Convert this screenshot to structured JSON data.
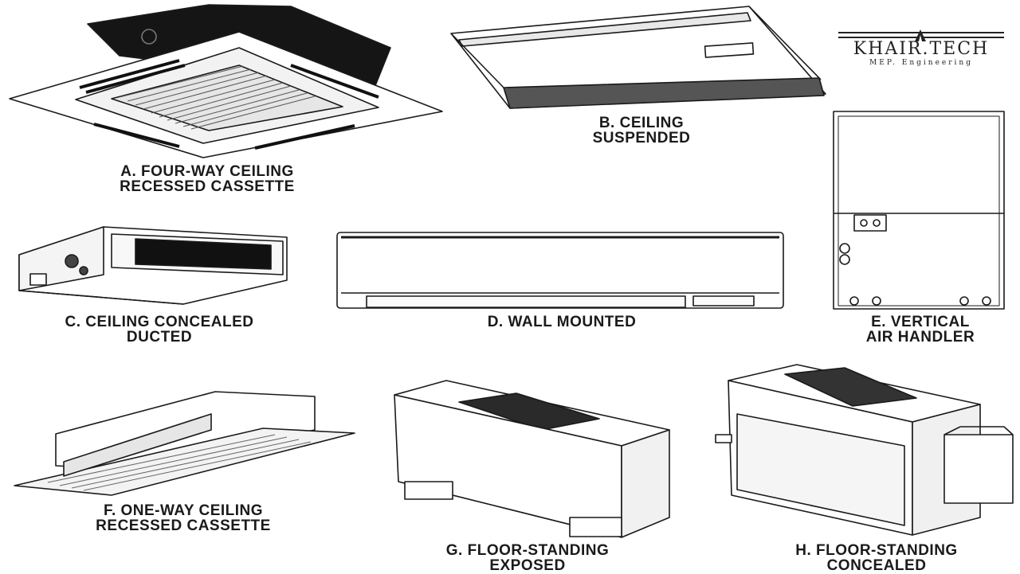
{
  "brand": {
    "name": "KHAIR.TECH",
    "tagline": "MEP. Engineering"
  },
  "units": [
    {
      "id": "A",
      "line1": "A. FOUR-WAY CEILING",
      "line2": "RECESSED CASSETTE"
    },
    {
      "id": "B",
      "line1": "B. CEILING",
      "line2": "SUSPENDED"
    },
    {
      "id": "C",
      "line1": "C. CEILING CONCEALED",
      "line2": "DUCTED"
    },
    {
      "id": "D",
      "line1": "D. WALL MOUNTED",
      "line2": ""
    },
    {
      "id": "E",
      "line1": "E. VERTICAL",
      "line2": "AIR HANDLER"
    },
    {
      "id": "F",
      "line1": "F. ONE-WAY CEILING",
      "line2": "RECESSED CASSETTE"
    },
    {
      "id": "G",
      "line1": "G. FLOOR-STANDING",
      "line2": "EXPOSED"
    },
    {
      "id": "H",
      "line1": "H. FLOOR-STANDING",
      "line2": "CONCEALED"
    }
  ]
}
